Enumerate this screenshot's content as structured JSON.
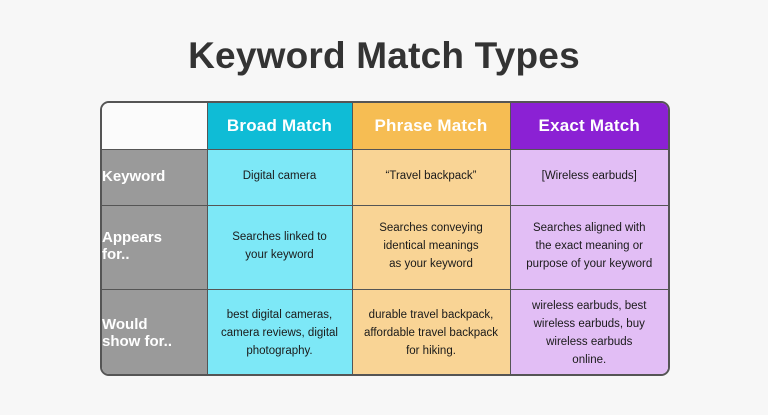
{
  "page": {
    "background_color": "#f7f7f7",
    "title": "Keyword Match Types"
  },
  "colors": {
    "title_text": "#333333",
    "table_border": "#555555",
    "label_column": "#9a9a9a",
    "broad_header": "#0fbcd6",
    "phrase_header": "#f6bd53",
    "exact_header": "#8b21d4",
    "broad_cell": "#7de8f7",
    "phrase_cell": "#f9d495",
    "exact_cell": "#e2bef5",
    "header_text": "#ffffff",
    "body_text": "#1a1a1a"
  },
  "table": {
    "headers": {
      "corner": "",
      "broad": "Broad Match",
      "phrase": "Phrase Match",
      "exact": "Exact Match"
    },
    "rows": [
      {
        "label": "Keyword",
        "label_lines": [
          "Keyword"
        ],
        "broad": "Digital camera",
        "broad_lines": [
          "Digital camera"
        ],
        "phrase": "“Travel backpack”",
        "phrase_lines": [
          "“Travel backpack”"
        ],
        "exact": "[Wireless earbuds]",
        "exact_lines": [
          "[Wireless earbuds]"
        ]
      },
      {
        "label": "Appears for..",
        "label_lines": [
          "Appears",
          "for.."
        ],
        "broad": "Searches linked to your keyword",
        "broad_lines": [
          "Searches linked to",
          "your keyword"
        ],
        "phrase": "Searches conveying identical meanings as your keyword",
        "phrase_lines": [
          "Searches conveying",
          "identical meanings",
          "as your keyword"
        ],
        "exact": "Searches aligned with the exact meaning or purpose of your keyword",
        "exact_lines": [
          "Searches aligned with",
          "the exact meaning or",
          "purpose of your keyword"
        ]
      },
      {
        "label": "Would show for..",
        "label_lines": [
          "Would",
          "show for.."
        ],
        "broad": "best digital cameras, camera reviews, digital photography.",
        "broad_lines": [
          "best digital cameras,",
          "camera reviews, digital",
          "photography."
        ],
        "phrase": "durable travel backpack, affordable travel backpack for hiking.",
        "phrase_lines": [
          "durable travel backpack,",
          "affordable travel backpack",
          "for hiking."
        ],
        "exact": "wireless earbuds, best wireless earbuds, buy wireless earbuds online.",
        "exact_lines": [
          "wireless earbuds, best",
          "wireless earbuds, buy",
          "wireless earbuds",
          "online."
        ]
      }
    ]
  }
}
